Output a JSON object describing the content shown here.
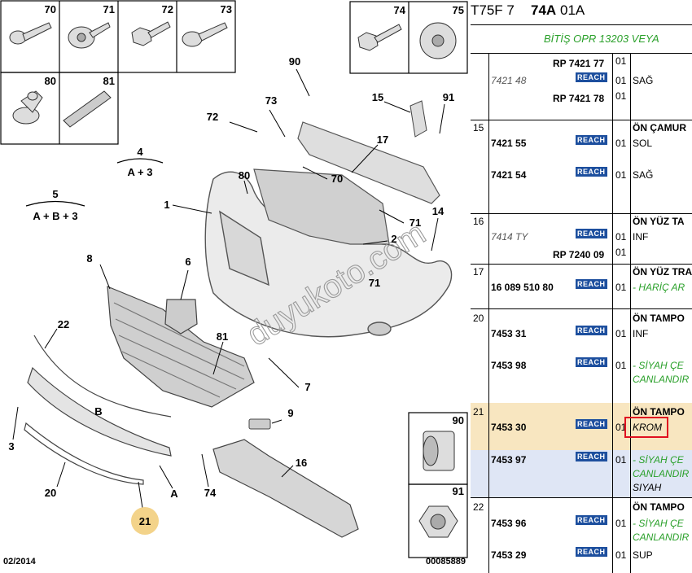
{
  "header": {
    "model": "T75F 7",
    "code": "74A",
    "suffix": "01A"
  },
  "banner": "BİTİŞ OPR 13203 VEYA",
  "diagram": {
    "date": "02/2014",
    "ref_number": "00085889",
    "watermark": "duyukoto.com",
    "formula4_top": "4",
    "formula4_bottom": "A + 3",
    "formula5_top": "5",
    "formula5_bottom": "A + B + 3",
    "part_labels": {
      "n1": "1",
      "n2": "2",
      "n3": "3",
      "n6": "6",
      "n7": "7",
      "n8": "8",
      "n9": "9",
      "n14": "14",
      "n15": "15",
      "n16": "16",
      "n17": "17",
      "n20": "20",
      "n21": "21",
      "n22": "22",
      "n70": "70",
      "n71a": "71",
      "n71b": "71",
      "n72": "72",
      "n73": "73",
      "n74": "74",
      "n80": "80",
      "n81": "81",
      "n90": "90",
      "n91": "91",
      "nA": "A",
      "nB": "B"
    },
    "fastener_boxes": {
      "b70": "70",
      "b71": "71",
      "b72": "72",
      "b73": "73",
      "b74": "74",
      "b75": "75",
      "b80": "80",
      "b81": "81",
      "b90": "90",
      "b91": "91"
    }
  },
  "reach_label": "REACH",
  "rows": [
    {
      "id": "r0",
      "ref_a": "RP 7421 77",
      "ref_b": "7421 48",
      "ref_c": "RP 7421 78",
      "qty_a": "01",
      "qty_b": "01",
      "qty_c": "01",
      "desc": "SAĞ"
    },
    {
      "id": "r15",
      "num": "15",
      "title": "ÖN ÇAMUR",
      "ref_a": "7421 55",
      "qty_a": "01",
      "desc_a": "SOL",
      "ref_b": "7421 54",
      "qty_b": "01",
      "desc_b": "SAĞ"
    },
    {
      "id": "r16",
      "num": "16",
      "title": "ÖN YÜZ TA",
      "ref_a": "7414 TY",
      "qty_a": "01",
      "desc_a": "INF",
      "ref_b": "RP 7240 09",
      "qty_b": "01"
    },
    {
      "id": "r17",
      "num": "17",
      "title": "ÖN YÜZ TRA",
      "ref_a": "16 089 510 80",
      "qty_a": "01",
      "desc_a": "- HARİÇ AR"
    },
    {
      "id": "r20",
      "num": "20",
      "title": "ÖN TAMPO",
      "ref_a": "7453 31",
      "qty_a": "01",
      "desc_a": "INF",
      "ref_b": "7453 98",
      "qty_b": "01",
      "desc_b1": "- SİYAH ÇE",
      "desc_b2": "CANLANDIR"
    },
    {
      "id": "r21",
      "num": "21",
      "title": "ÖN TAMPO",
      "ref_a": "7453 30",
      "qty_a": "01",
      "desc_a": "KROM",
      "ref_b": "7453 97",
      "qty_b": "01",
      "desc_b1": "- SİYAH ÇE",
      "desc_b2": "CANLANDIR",
      "desc_b3": "SIYAH"
    },
    {
      "id": "r22",
      "num": "22",
      "title": "ÖN TAMPO",
      "ref_a": "7453 96",
      "qty_a": "01",
      "desc_a1": "- SİYAH ÇE",
      "desc_a2": "CANLANDIR",
      "ref_b": "7453 29",
      "qty_b": "01",
      "desc_b": "SUP"
    }
  ],
  "colors": {
    "highlight_row": "#f8e6c0",
    "selected_row": "#dfe6f5",
    "reach": "#1d4f9e",
    "green": "#2aa02a",
    "marker": "#f3d38a",
    "red_box": "#e01020"
  }
}
